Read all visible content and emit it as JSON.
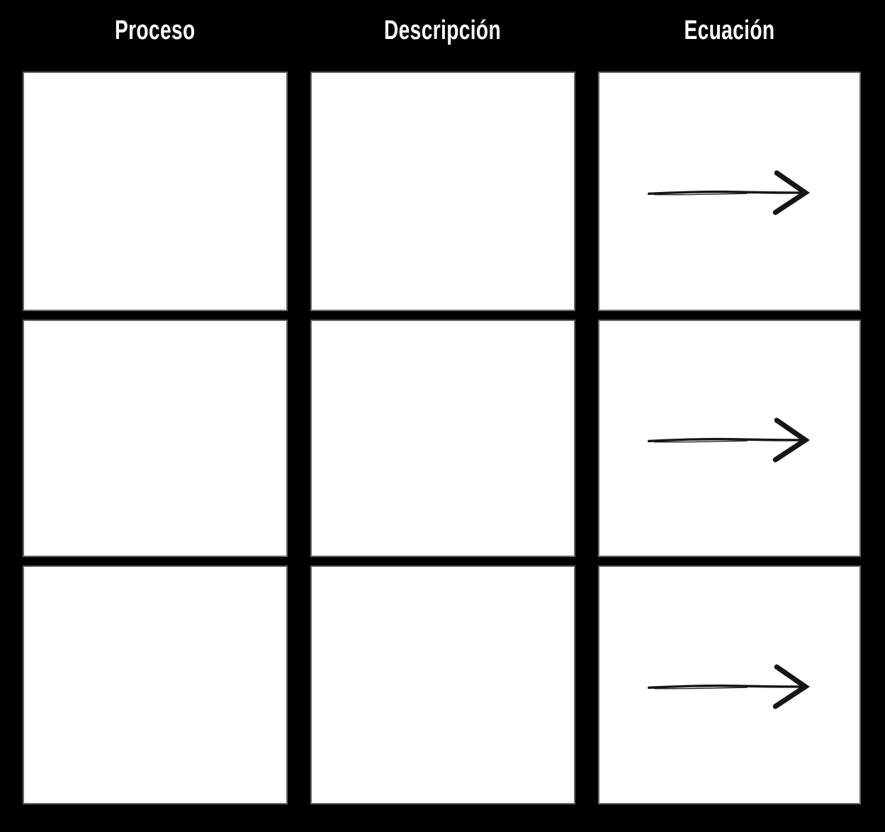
{
  "header": {
    "columns": [
      {
        "id": "proceso",
        "label": "Proceso"
      },
      {
        "id": "descripcion",
        "label": "Descripción"
      },
      {
        "id": "ecuacion",
        "label": "Ecuación"
      }
    ]
  },
  "grid": {
    "rows": [
      {
        "cells": [
          {
            "content": "empty"
          },
          {
            "content": "empty"
          },
          {
            "content": "right-arrow"
          }
        ]
      },
      {
        "cells": [
          {
            "content": "empty"
          },
          {
            "content": "empty"
          },
          {
            "content": "right-arrow"
          }
        ]
      },
      {
        "cells": [
          {
            "content": "empty"
          },
          {
            "content": "empty"
          },
          {
            "content": "right-arrow"
          }
        ]
      }
    ]
  },
  "icons": {
    "right_arrow": "hand-drawn-right-arrow"
  },
  "colors": {
    "background": "#000000",
    "cell_background": "#ffffff",
    "cell_border": "#696969",
    "header_text": "#ffffff",
    "arrow": "#161616"
  }
}
